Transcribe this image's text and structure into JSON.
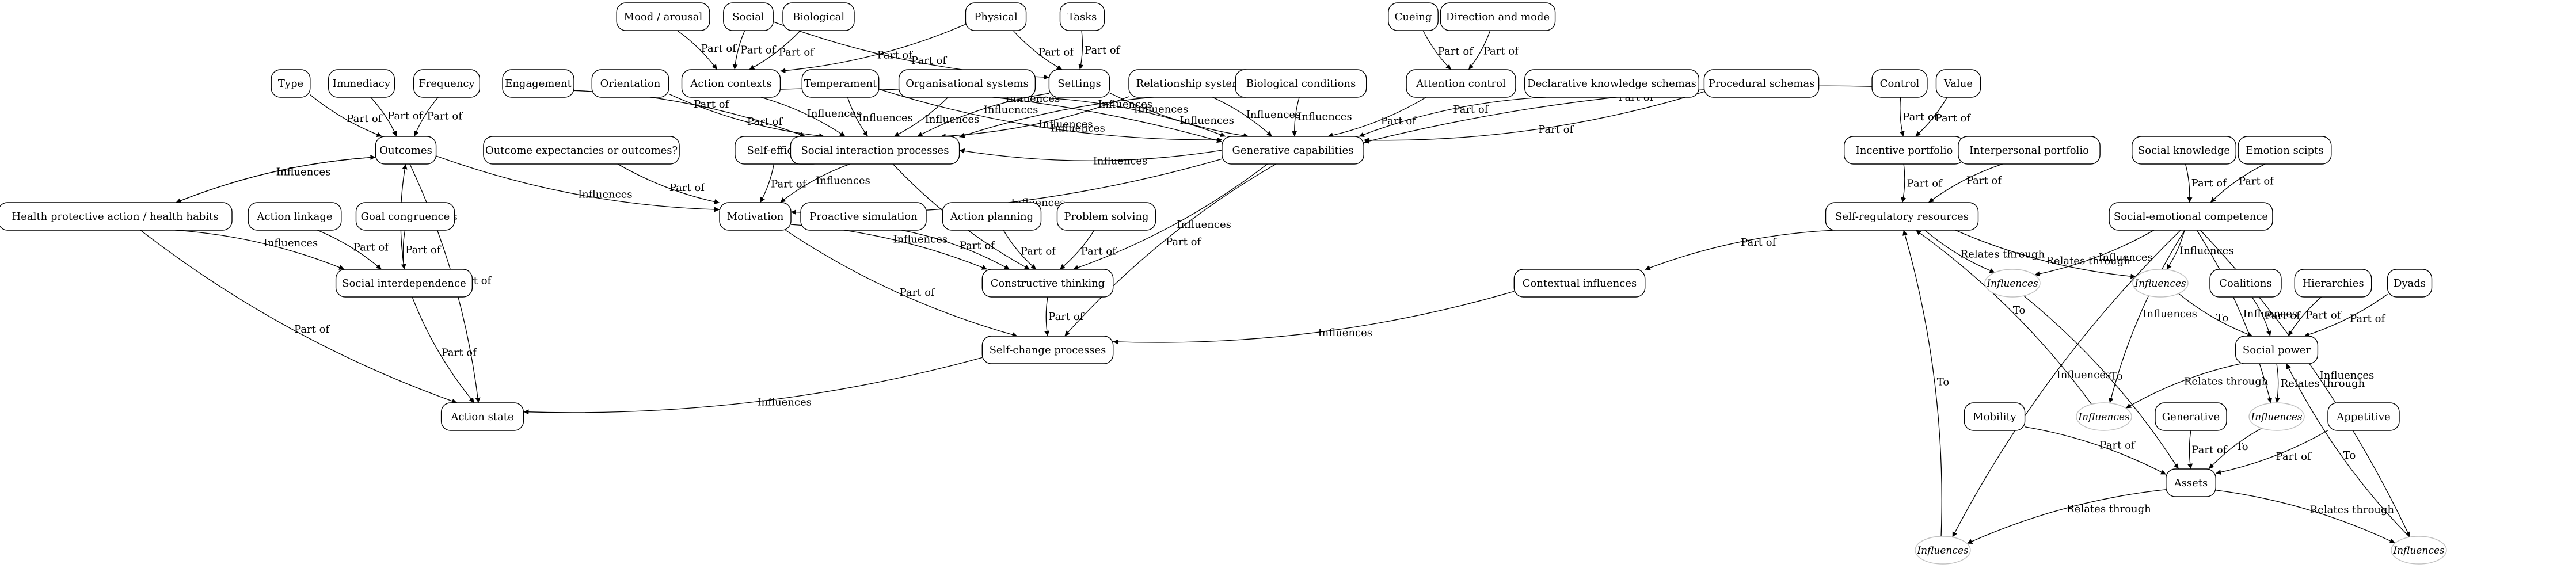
{
  "diagram": {
    "type": "directed-graph",
    "nodes": [
      {
        "id": "mood",
        "label": "Mood / arousal",
        "shape": "box"
      },
      {
        "id": "social",
        "label": "Social",
        "shape": "box"
      },
      {
        "id": "biological",
        "label": "Biological",
        "shape": "box"
      },
      {
        "id": "physical",
        "label": "Physical",
        "shape": "box"
      },
      {
        "id": "tasks",
        "label": "Tasks",
        "shape": "box"
      },
      {
        "id": "cueing",
        "label": "Cueing",
        "shape": "box"
      },
      {
        "id": "direction",
        "label": "Direction and mode",
        "shape": "box"
      },
      {
        "id": "type",
        "label": "Type",
        "shape": "box"
      },
      {
        "id": "immediacy",
        "label": "Immediacy",
        "shape": "box"
      },
      {
        "id": "frequency",
        "label": "Frequency",
        "shape": "box"
      },
      {
        "id": "engagement",
        "label": "Engagement",
        "shape": "box"
      },
      {
        "id": "orientation",
        "label": "Orientation",
        "shape": "box"
      },
      {
        "id": "action_contexts",
        "label": "Action contexts",
        "shape": "box"
      },
      {
        "id": "temperament",
        "label": "Temperament",
        "shape": "box"
      },
      {
        "id": "org_systems",
        "label": "Organisational systems",
        "shape": "box"
      },
      {
        "id": "settings",
        "label": "Settings",
        "shape": "box"
      },
      {
        "id": "rel_systems",
        "label": "Relationship systems",
        "shape": "box"
      },
      {
        "id": "bio_conditions",
        "label": "Biological conditions",
        "shape": "box"
      },
      {
        "id": "attention",
        "label": "Attention control",
        "shape": "box"
      },
      {
        "id": "declarative",
        "label": "Declarative knowledge schemas",
        "shape": "box"
      },
      {
        "id": "procedural",
        "label": "Procedural schemas",
        "shape": "box"
      },
      {
        "id": "control",
        "label": "Control",
        "shape": "box"
      },
      {
        "id": "value",
        "label": "Value",
        "shape": "box"
      },
      {
        "id": "outcomes",
        "label": "Outcomes",
        "shape": "box"
      },
      {
        "id": "outcome_exp",
        "label": "Outcome expectancies or outcomes?",
        "shape": "box"
      },
      {
        "id": "self_efficacy",
        "label": "Self-efficacy",
        "shape": "box"
      },
      {
        "id": "sip",
        "label": "Social interaction processes",
        "shape": "box"
      },
      {
        "id": "gencap",
        "label": "Generative capabilities",
        "shape": "box"
      },
      {
        "id": "incentive",
        "label": "Incentive portfolio",
        "shape": "box"
      },
      {
        "id": "interpersonal",
        "label": "Interpersonal portfolio",
        "shape": "box"
      },
      {
        "id": "social_knowledge",
        "label": "Social knowledge",
        "shape": "box"
      },
      {
        "id": "emotion_scripts",
        "label": "Emotion scipts",
        "shape": "box"
      },
      {
        "id": "health",
        "label": "Health protective action / health habits",
        "shape": "box"
      },
      {
        "id": "action_linkage",
        "label": "Action linkage",
        "shape": "box"
      },
      {
        "id": "goal_congruence",
        "label": "Goal congruence",
        "shape": "box"
      },
      {
        "id": "motivation",
        "label": "Motivation",
        "shape": "box"
      },
      {
        "id": "proactive",
        "label": "Proactive simulation",
        "shape": "box"
      },
      {
        "id": "action_planning",
        "label": "Action planning",
        "shape": "box"
      },
      {
        "id": "problem_solving",
        "label": "Problem solving",
        "shape": "box"
      },
      {
        "id": "self_reg",
        "label": "Self-regulatory resources",
        "shape": "box"
      },
      {
        "id": "sec",
        "label": "Social-emotional competence",
        "shape": "box"
      },
      {
        "id": "social_interdep",
        "label": "Social interdependence",
        "shape": "box"
      },
      {
        "id": "constructive",
        "label": "Constructive thinking",
        "shape": "box"
      },
      {
        "id": "contextual",
        "label": "Contextual influences",
        "shape": "box"
      },
      {
        "id": "inf1",
        "label": "Influences",
        "shape": "ellipse"
      },
      {
        "id": "inf2",
        "label": "Influences",
        "shape": "ellipse"
      },
      {
        "id": "coalitions",
        "label": "Coalitions",
        "shape": "box"
      },
      {
        "id": "hierarchies",
        "label": "Hierarchies",
        "shape": "box"
      },
      {
        "id": "dyads",
        "label": "Dyads",
        "shape": "box"
      },
      {
        "id": "self_change",
        "label": "Self-change processes",
        "shape": "box"
      },
      {
        "id": "social_power",
        "label": "Social power",
        "shape": "box"
      },
      {
        "id": "action_state",
        "label": "Action state",
        "shape": "box"
      },
      {
        "id": "inf3",
        "label": "Influences",
        "shape": "ellipse"
      },
      {
        "id": "inf4",
        "label": "Influences",
        "shape": "ellipse"
      },
      {
        "id": "mobility",
        "label": "Mobility",
        "shape": "box"
      },
      {
        "id": "generative",
        "label": "Generative",
        "shape": "box"
      },
      {
        "id": "appetitive",
        "label": "Appetitive",
        "shape": "box"
      },
      {
        "id": "assets",
        "label": "Assets",
        "shape": "box"
      },
      {
        "id": "inf5",
        "label": "Influences",
        "shape": "ellipse"
      },
      {
        "id": "inf6",
        "label": "Influences",
        "shape": "ellipse"
      }
    ],
    "edges": [
      {
        "from": "mood",
        "to": "action_contexts",
        "label": "Part of"
      },
      {
        "from": "social",
        "to": "action_contexts",
        "label": "Part of"
      },
      {
        "from": "biological",
        "to": "action_contexts",
        "label": "Part of"
      },
      {
        "from": "social",
        "to": "settings",
        "label": "Part of"
      },
      {
        "from": "physical",
        "to": "action_contexts",
        "label": "Part of"
      },
      {
        "from": "physical",
        "to": "settings",
        "label": "Part of"
      },
      {
        "from": "tasks",
        "to": "settings",
        "label": "Part of"
      },
      {
        "from": "cueing",
        "to": "attention",
        "label": "Part of"
      },
      {
        "from": "direction",
        "to": "attention",
        "label": "Part of"
      },
      {
        "from": "type",
        "to": "outcomes",
        "label": "Part of"
      },
      {
        "from": "immediacy",
        "to": "outcomes",
        "label": "Part of"
      },
      {
        "from": "frequency",
        "to": "outcomes",
        "label": "Part of"
      },
      {
        "from": "engagement",
        "to": "sip",
        "label": "Part of"
      },
      {
        "from": "orientation",
        "to": "sip",
        "label": "Part of"
      },
      {
        "from": "action_contexts",
        "to": "sip",
        "label": "Influences"
      },
      {
        "from": "temperament",
        "to": "sip",
        "label": "Influences"
      },
      {
        "from": "org_systems",
        "to": "sip",
        "label": "Influences"
      },
      {
        "from": "settings",
        "to": "sip",
        "label": "Influences"
      },
      {
        "from": "rel_systems",
        "to": "sip",
        "label": "Influences"
      },
      {
        "from": "bio_conditions",
        "to": "sip",
        "label": "Influences"
      },
      {
        "from": "action_contexts",
        "to": "gencap",
        "label": "Influences"
      },
      {
        "from": "temperament",
        "to": "gencap",
        "label": "Influences"
      },
      {
        "from": "org_systems",
        "to": "gencap",
        "label": "Influences"
      },
      {
        "from": "settings",
        "to": "gencap",
        "label": "Influences"
      },
      {
        "from": "rel_systems",
        "to": "gencap",
        "label": "Influences"
      },
      {
        "from": "bio_conditions",
        "to": "gencap",
        "label": "Influences"
      },
      {
        "from": "attention",
        "to": "gencap",
        "label": "Part of"
      },
      {
        "from": "declarative",
        "to": "gencap",
        "label": "Part of"
      },
      {
        "from": "procedural",
        "to": "gencap",
        "label": "Part of"
      },
      {
        "from": "control",
        "to": "gencap",
        "label": "Part of"
      },
      {
        "from": "gencap",
        "to": "sip",
        "label": "Influences"
      },
      {
        "from": "control",
        "to": "incentive",
        "label": "Part of"
      },
      {
        "from": "value",
        "to": "incentive",
        "label": "Part of"
      },
      {
        "from": "outcomes",
        "to": "health",
        "label": "Influences"
      },
      {
        "from": "health",
        "to": "outcomes",
        "label": "Influences"
      },
      {
        "from": "outcomes",
        "to": "motivation",
        "label": "Influences"
      },
      {
        "from": "outcomes",
        "to": "action_state",
        "label": "Part of"
      },
      {
        "from": "outcome_exp",
        "to": "motivation",
        "label": "Part of"
      },
      {
        "from": "self_efficacy",
        "to": "motivation",
        "label": "Part of"
      },
      {
        "from": "sip",
        "to": "motivation",
        "label": "Influences"
      },
      {
        "from": "gencap",
        "to": "motivation",
        "label": "Influences"
      },
      {
        "from": "sip",
        "to": "constructive",
        "label": "Influences"
      },
      {
        "from": "gencap",
        "to": "constructive",
        "label": "Influences"
      },
      {
        "from": "gencap",
        "to": "self_change",
        "label": "Part of"
      },
      {
        "from": "incentive",
        "to": "self_reg",
        "label": "Part of"
      },
      {
        "from": "interpersonal",
        "to": "self_reg",
        "label": "Part of"
      },
      {
        "from": "social_knowledge",
        "to": "sec",
        "label": "Part of"
      },
      {
        "from": "emotion_scripts",
        "to": "sec",
        "label": "Part of"
      },
      {
        "from": "health",
        "to": "social_interdep",
        "label": "Influences"
      },
      {
        "from": "health",
        "to": "action_state",
        "label": "Part of"
      },
      {
        "from": "action_linkage",
        "to": "social_interdep",
        "label": "Part of"
      },
      {
        "from": "goal_congruence",
        "to": "social_interdep",
        "label": "Part of"
      },
      {
        "from": "social_interdep",
        "to": "outcomes",
        "label": "Influences"
      },
      {
        "from": "social_interdep",
        "to": "action_state",
        "label": "Part of"
      },
      {
        "from": "motivation",
        "to": "constructive",
        "label": "Influences"
      },
      {
        "from": "motivation",
        "to": "self_change",
        "label": "Part of"
      },
      {
        "from": "proactive",
        "to": "constructive",
        "label": "Part of"
      },
      {
        "from": "action_planning",
        "to": "constructive",
        "label": "Part of"
      },
      {
        "from": "problem_solving",
        "to": "constructive",
        "label": "Part of"
      },
      {
        "from": "constructive",
        "to": "self_change",
        "label": "Part of"
      },
      {
        "from": "self_change",
        "to": "action_state",
        "label": "Influences"
      },
      {
        "from": "self_reg",
        "to": "contextual",
        "label": "Part of"
      },
      {
        "from": "contextual",
        "to": "self_change",
        "label": "Influences"
      },
      {
        "from": "self_reg",
        "to": "inf1",
        "label": "Relates through"
      },
      {
        "from": "sec",
        "to": "inf1",
        "label": "Influences"
      },
      {
        "from": "self_reg",
        "to": "inf2",
        "label": "Relates through"
      },
      {
        "from": "sec",
        "to": "inf2",
        "label": "Influences"
      },
      {
        "from": "sec",
        "to": "inf3",
        "label": "Influences"
      },
      {
        "from": "sec",
        "to": "inf4",
        "label": "Influences"
      },
      {
        "from": "sec",
        "to": "inf5",
        "label": "Influences"
      },
      {
        "from": "sec",
        "to": "inf6",
        "label": "Influences"
      },
      {
        "from": "inf3",
        "to": "self_reg",
        "label": "To"
      },
      {
        "from": "inf1",
        "to": "assets",
        "label": "To"
      },
      {
        "from": "inf2",
        "to": "social_power",
        "label": "To"
      },
      {
        "from": "coalitions",
        "to": "social_power",
        "label": "Part of"
      },
      {
        "from": "hierarchies",
        "to": "social_power",
        "label": "Part of"
      },
      {
        "from": "dyads",
        "to": "social_power",
        "label": "Part of"
      },
      {
        "from": "social_power",
        "to": "inf3",
        "label": "Relates through"
      },
      {
        "from": "social_power",
        "to": "inf4",
        "label": "Relates through"
      },
      {
        "from": "inf4",
        "to": "assets",
        "label": "To"
      },
      {
        "from": "mobility",
        "to": "assets",
        "label": "Part of"
      },
      {
        "from": "generative",
        "to": "assets",
        "label": "Part of"
      },
      {
        "from": "appetitive",
        "to": "assets",
        "label": "Part of"
      },
      {
        "from": "assets",
        "to": "inf5",
        "label": "Relates through"
      },
      {
        "from": "assets",
        "to": "inf6",
        "label": "Relates through"
      },
      {
        "from": "inf5",
        "to": "self_reg",
        "label": "To"
      },
      {
        "from": "inf6",
        "to": "social_power",
        "label": "To"
      }
    ]
  }
}
